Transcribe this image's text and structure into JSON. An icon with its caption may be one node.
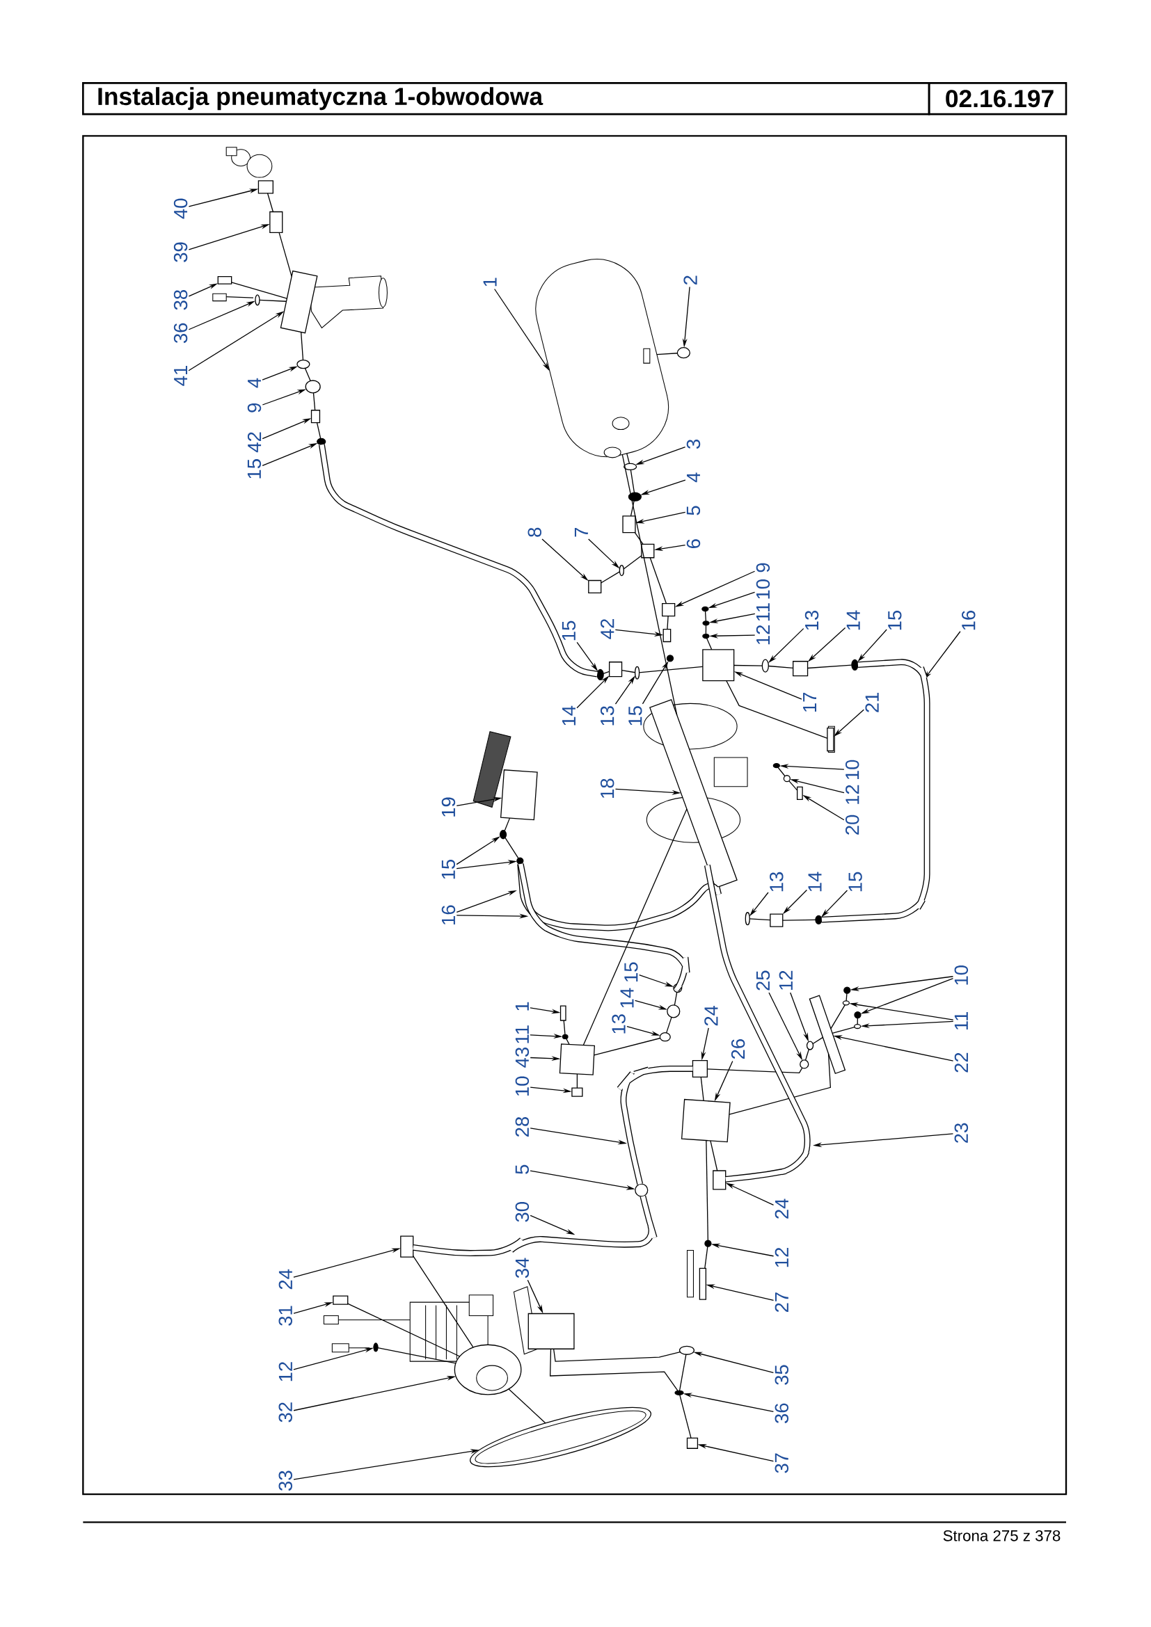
{
  "diagram": {
    "title": "Instalacja pneumatyczna 1-obwodowa",
    "nodes": [
      {
        "text": [
          "40"
        ]
      },
      {
        "text": [
          "39"
        ]
      },
      {
        "text": [
          "38"
        ]
      },
      {
        "text": [
          "36"
        ]
      },
      {
        "text": [
          "41"
        ]
      },
      {
        "text": [
          "4"
        ]
      },
      {
        "text": [
          "9"
        ]
      },
      {
        "text": [
          "42"
        ]
      },
      {
        "text": [
          "15"
        ]
      },
      {
        "text": [
          "1"
        ]
      },
      {
        "text": [
          "2"
        ]
      },
      {
        "text": [
          "3"
        ]
      },
      {
        "text": [
          "4"
        ]
      },
      {
        "text": [
          "5"
        ]
      },
      {
        "text": [
          "6"
        ]
      },
      {
        "text": [
          "8"
        ]
      },
      {
        "text": [
          "7"
        ]
      },
      {
        "text": [
          "9"
        ]
      },
      {
        "text": [
          "10"
        ]
      },
      {
        "text": [
          "11"
        ]
      },
      {
        "text": [
          "12"
        ]
      },
      {
        "text": [
          "13"
        ]
      },
      {
        "text": [
          "14"
        ]
      },
      {
        "text": [
          "15"
        ]
      },
      {
        "text": [
          "16"
        ]
      },
      {
        "text": [
          "15"
        ]
      },
      {
        "text": [
          "42"
        ]
      },
      {
        "text": [
          "14"
        ]
      },
      {
        "text": [
          "13"
        ]
      },
      {
        "text": [
          "15"
        ]
      },
      {
        "text": [
          "17"
        ]
      },
      {
        "text": [
          "21"
        ]
      },
      {
        "text": [
          "19"
        ]
      },
      {
        "text": [
          "18"
        ]
      },
      {
        "text": [
          "10"
        ]
      },
      {
        "text": [
          "12"
        ]
      },
      {
        "text": [
          "20"
        ]
      },
      {
        "text": [
          "15"
        ]
      },
      {
        "text": [
          "16"
        ]
      },
      {
        "text": [
          "13"
        ]
      },
      {
        "text": [
          "14"
        ]
      },
      {
        "text": [
          "15"
        ]
      },
      {
        "text": [
          "15"
        ]
      },
      {
        "text": [
          "25"
        ]
      },
      {
        "text": [
          "12"
        ]
      },
      {
        "text": [
          "10"
        ]
      },
      {
        "text": [
          "1"
        ]
      },
      {
        "text": [
          "14"
        ]
      },
      {
        "text": [
          "24"
        ]
      },
      {
        "text": [
          "11"
        ]
      },
      {
        "text": [
          "13"
        ]
      },
      {
        "text": [
          "11"
        ]
      },
      {
        "text": [
          "43"
        ]
      },
      {
        "text": [
          "26"
        ]
      },
      {
        "text": [
          "22"
        ]
      },
      {
        "text": [
          "10"
        ]
      },
      {
        "text": [
          "28"
        ]
      },
      {
        "text": [
          "23"
        ]
      },
      {
        "text": [
          "5"
        ]
      },
      {
        "text": [
          "24"
        ]
      },
      {
        "text": [
          "30"
        ]
      },
      {
        "text": [
          "12"
        ]
      },
      {
        "text": [
          "34"
        ]
      },
      {
        "text": [
          "24"
        ]
      },
      {
        "text": [
          "27"
        ]
      },
      {
        "text": [
          "31"
        ]
      },
      {
        "text": [
          "12"
        ]
      },
      {
        "text": [
          "35"
        ]
      },
      {
        "text": [
          "32"
        ]
      },
      {
        "text": [
          "36"
        ]
      },
      {
        "text": [
          "33"
        ]
      },
      {
        "text": [
          "37"
        ]
      },
      {
        "text": [],
        "shape": "picture"
      },
      {
        "text": [],
        "shape": "box"
      },
      {
        "text": [],
        "shape": "box"
      },
      {
        "text": [],
        "shape": "picture"
      },
      {
        "text": [],
        "shape": "box"
      },
      {
        "text": [],
        "shape": "circle"
      },
      {
        "text": [],
        "shape": "circle"
      },
      {
        "text": [],
        "shape": "box"
      },
      {
        "text": [],
        "shape": "circle"
      },
      {
        "text": [],
        "shape": "cylinder"
      },
      {
        "text": [],
        "shape": "circle"
      },
      {
        "text": [],
        "shape": "circle"
      },
      {
        "text": [],
        "shape": "circle"
      },
      {
        "text": [],
        "shape": "box"
      },
      {
        "text": [],
        "shape": "box"
      },
      {
        "text": [],
        "shape": "box"
      },
      {
        "text": [],
        "shape": "circle"
      },
      {
        "text": [],
        "shape": "box"
      },
      {
        "text": [],
        "shape": "circle"
      },
      {
        "text": [],
        "shape": "circle"
      },
      {
        "text": [],
        "shape": "circle"
      },
      {
        "text": [],
        "shape": "circle"
      },
      {
        "text": [],
        "shape": "box"
      },
      {
        "text": [],
        "shape": "circle"
      },
      {
        "text": [],
        "shape": "circle"
      },
      {
        "text": [],
        "shape": "box"
      },
      {
        "text": [],
        "shape": "box"
      },
      {
        "text": [],
        "shape": "circle"
      },
      {
        "text": [],
        "shape": "circle"
      },
      {
        "text": [],
        "shape": "box"
      },
      {
        "text": [],
        "shape": "box"
      },
      {
        "text": [],
        "shape": "box"
      },
      {
        "text": [],
        "shape": "box"
      },
      {
        "text": [],
        "shape": "circle"
      },
      {
        "text": [],
        "shape": "circle"
      },
      {
        "text": [],
        "shape": "box"
      },
      {
        "text": [],
        "shape": "circle"
      },
      {
        "text": [],
        "shape": "circle"
      },
      {
        "text": [],
        "shape": "circle"
      },
      {
        "text": [],
        "shape": "box"
      },
      {
        "text": [],
        "shape": "circle"
      },
      {
        "text": [],
        "shape": "circle"
      },
      {
        "text": [],
        "shape": "circle"
      },
      {
        "text": [],
        "shape": "circle"
      },
      {
        "text": [],
        "shape": "circle"
      },
      {
        "text": [],
        "shape": "circle"
      },
      {
        "text": [],
        "shape": "box"
      },
      {
        "text": [],
        "shape": "circle"
      },
      {
        "text": [],
        "shape": "box"
      },
      {
        "text": [],
        "shape": "circle"
      },
      {
        "text": [],
        "shape": "circle"
      },
      {
        "text": [],
        "shape": "circle"
      },
      {
        "text": [],
        "shape": "circle"
      },
      {
        "text": [],
        "shape": "box"
      },
      {
        "text": [],
        "shape": "box"
      },
      {
        "text": [],
        "shape": "box"
      },
      {
        "text": [],
        "shape": "box"
      },
      {
        "text": [],
        "shape": "circle"
      },
      {
        "text": [],
        "shape": "box"
      },
      {
        "text": [],
        "shape": "circle"
      },
      {
        "text": [],
        "shape": "box"
      },
      {
        "text": [],
        "shape": "box"
      },
      {
        "text": [],
        "shape": "box"
      },
      {
        "text": [],
        "shape": "box"
      },
      {
        "text": [],
        "shape": "picture"
      },
      {
        "text": [],
        "shape": "circle"
      },
      {
        "text": [],
        "shape": "picture"
      },
      {
        "text": [],
        "shape": "circle"
      },
      {
        "text": [],
        "shape": "circle"
      },
      {
        "text": [],
        "shape": "box"
      }
    ],
    "edges": [
      {
        "from": 0,
        "to": 72,
        "arrow": "to"
      },
      {
        "from": 1,
        "to": 73,
        "arrow": "to"
      },
      {
        "from": 2,
        "to": 74,
        "arrow": "to"
      },
      {
        "from": 3,
        "to": 75,
        "arrow": "to"
      },
      {
        "from": 4,
        "to": 76,
        "arrow": "to"
      },
      {
        "from": 5,
        "to": 77,
        "arrow": "to"
      },
      {
        "from": 6,
        "to": 78,
        "arrow": "to"
      },
      {
        "from": 7,
        "to": 79,
        "arrow": "to"
      },
      {
        "from": 8,
        "to": 80,
        "arrow": "to"
      },
      {
        "from": 9,
        "to": 81,
        "arrow": "to"
      },
      {
        "from": 10,
        "to": 82,
        "arrow": "to"
      },
      {
        "from": 11,
        "to": 83,
        "arrow": "to"
      },
      {
        "from": 12,
        "to": 84,
        "arrow": "to"
      },
      {
        "from": 13,
        "to": 85,
        "arrow": "to"
      },
      {
        "from": 14,
        "to": 86,
        "arrow": "to"
      },
      {
        "from": 15,
        "to": 87,
        "arrow": "to"
      },
      {
        "from": 16,
        "to": 88,
        "arrow": "to"
      },
      {
        "from": 17,
        "to": 89,
        "arrow": "to"
      },
      {
        "from": 18,
        "to": 90,
        "arrow": "to"
      },
      {
        "from": 19,
        "to": 91,
        "arrow": "to"
      },
      {
        "from": 20,
        "to": 92,
        "arrow": "to"
      },
      {
        "from": 21,
        "to": 93,
        "arrow": "to"
      },
      {
        "from": 22,
        "to": 94,
        "arrow": "to"
      },
      {
        "from": 23,
        "to": 95,
        "arrow": "to"
      },
      {
        "from": 24,
        "to": null,
        "arrow": "to"
      },
      {
        "from": 25,
        "to": 96,
        "arrow": "to"
      },
      {
        "from": 26,
        "to": 97,
        "arrow": "to"
      },
      {
        "from": 27,
        "to": 98,
        "arrow": "to"
      },
      {
        "from": 28,
        "to": 99,
        "arrow": "to"
      },
      {
        "from": 29,
        "to": 100,
        "arrow": "to"
      },
      {
        "from": 30,
        "to": 101,
        "arrow": "to"
      },
      {
        "from": 31,
        "to": 102,
        "arrow": "to"
      },
      {
        "from": 32,
        "to": 103,
        "arrow": "to"
      },
      {
        "from": 33,
        "to": 104,
        "arrow": "to"
      },
      {
        "from": 34,
        "to": 105,
        "arrow": "to"
      },
      {
        "from": 35,
        "to": 106,
        "arrow": "to"
      },
      {
        "from": 36,
        "to": 107,
        "arrow": "to"
      },
      {
        "from": 37,
        "to": 108,
        "arrow": "to"
      },
      {
        "from": 37,
        "to": 109,
        "arrow": "to"
      },
      {
        "from": 38,
        "to": null,
        "arrow": "to"
      },
      {
        "from": 38,
        "to": null,
        "arrow": "to"
      },
      {
        "from": 39,
        "to": 110,
        "arrow": "to"
      },
      {
        "from": 40,
        "to": 111,
        "arrow": "to"
      },
      {
        "from": 41,
        "to": 112,
        "arrow": "to"
      },
      {
        "from": 42,
        "to": 113,
        "arrow": "to"
      },
      {
        "from": 43,
        "to": 114,
        "arrow": "to"
      },
      {
        "from": 44,
        "to": 115,
        "arrow": "to"
      },
      {
        "from": 45,
        "to": 116,
        "arrow": "to"
      },
      {
        "from": 45,
        "to": 117,
        "arrow": "to"
      },
      {
        "from": 46,
        "to": 118,
        "arrow": "to"
      },
      {
        "from": 47,
        "to": 119,
        "arrow": "to"
      },
      {
        "from": 48,
        "to": 120,
        "arrow": "to"
      },
      {
        "from": 49,
        "to": 121,
        "arrow": "to"
      },
      {
        "from": 50,
        "to": 122,
        "arrow": "to"
      },
      {
        "from": 51,
        "to": 123,
        "arrow": "to"
      },
      {
        "from": 51,
        "to": 124,
        "arrow": "to"
      },
      {
        "from": 52,
        "to": 125,
        "arrow": "to"
      },
      {
        "from": 53,
        "to": 126,
        "arrow": "to"
      },
      {
        "from": 54,
        "to": 127,
        "arrow": "to"
      },
      {
        "from": 55,
        "to": 128,
        "arrow": "to"
      },
      {
        "from": 56,
        "to": null,
        "arrow": "to"
      },
      {
        "from": 57,
        "to": null,
        "arrow": "to"
      },
      {
        "from": 58,
        "to": 129,
        "arrow": "to"
      },
      {
        "from": 59,
        "to": 130,
        "arrow": "to"
      },
      {
        "from": 60,
        "to": null,
        "arrow": "to"
      },
      {
        "from": 61,
        "to": 131,
        "arrow": "to"
      },
      {
        "from": 62,
        "to": 132,
        "arrow": "to"
      },
      {
        "from": 63,
        "to": 133,
        "arrow": "to"
      },
      {
        "from": 64,
        "to": 134,
        "arrow": "to"
      },
      {
        "from": 65,
        "to": 135,
        "arrow": "to"
      },
      {
        "from": 66,
        "to": 136,
        "arrow": "to"
      },
      {
        "from": 67,
        "to": 137,
        "arrow": "to"
      },
      {
        "from": 68,
        "to": 138,
        "arrow": "to"
      },
      {
        "from": 69,
        "to": 139,
        "arrow": "to"
      },
      {
        "from": 70,
        "to": 140,
        "arrow": "to"
      },
      {
        "from": 71,
        "to": 141,
        "arrow": "to"
      },
      {
        "from": 72,
        "to": 73,
        "arrow": "none"
      },
      {
        "from": 73,
        "to": 76,
        "arrow": "none"
      },
      {
        "from": 76,
        "to": 77,
        "arrow": "none"
      },
      {
        "from": 77,
        "to": 78,
        "arrow": "none"
      },
      {
        "from": 78,
        "to": 79,
        "arrow": "none"
      },
      {
        "from": 79,
        "to": 80,
        "arrow": "none"
      },
      {
        "from": 74,
        "to": 76,
        "arrow": "none"
      },
      {
        "from": 75,
        "to": 76,
        "arrow": "none"
      },
      {
        "from": 80,
        "to": 96,
        "arrow": "none",
        "style": "thick"
      },
      {
        "from": 81,
        "to": 83,
        "arrow": "none"
      },
      {
        "from": 83,
        "to": 84,
        "arrow": "none"
      },
      {
        "from": 84,
        "to": 85,
        "arrow": "none"
      },
      {
        "from": 85,
        "to": 86,
        "arrow": "none"
      },
      {
        "from": 86,
        "to": 89,
        "arrow": "none"
      },
      {
        "from": 89,
        "to": 97,
        "arrow": "none"
      },
      {
        "from": 81,
        "to": 104,
        "arrow": "none"
      },
      {
        "from": 87,
        "to": 88,
        "arrow": "none"
      },
      {
        "from": 88,
        "to": 86,
        "arrow": "none"
      },
      {
        "from": 81,
        "to": 82,
        "arrow": "none"
      },
      {
        "from": 90,
        "to": 91,
        "arrow": "none"
      },
      {
        "from": 91,
        "to": 92,
        "arrow": "none"
      },
      {
        "from": 92,
        "to": 101,
        "arrow": "none"
      },
      {
        "from": 96,
        "to": 98,
        "arrow": "none"
      },
      {
        "from": 98,
        "to": 99,
        "arrow": "none"
      },
      {
        "from": 99,
        "to": 101,
        "arrow": "none"
      },
      {
        "from": 101,
        "to": 93,
        "arrow": "none"
      },
      {
        "from": 93,
        "to": 94,
        "arrow": "none"
      },
      {
        "from": 94,
        "to": 95,
        "arrow": "none"
      },
      {
        "from": 95,
        "to": 112,
        "arrow": "none",
        "style": "thick"
      },
      {
        "from": 112,
        "to": 111,
        "arrow": "none"
      },
      {
        "from": 111,
        "to": 110,
        "arrow": "none"
      },
      {
        "from": 101,
        "to": 102,
        "arrow": "none"
      },
      {
        "from": 105,
        "to": 106,
        "arrow": "none"
      },
      {
        "from": 106,
        "to": 107,
        "arrow": "none"
      },
      {
        "from": 103,
        "to": 108,
        "arrow": "none"
      },
      {
        "from": 108,
        "to": 109,
        "arrow": "none"
      },
      {
        "from": 109,
        "to": 104,
        "arrow": "none",
        "style": "thick"
      },
      {
        "from": 109,
        "to": 113,
        "arrow": "none",
        "style": "thick"
      },
      {
        "from": 113,
        "to": 119,
        "arrow": "none"
      },
      {
        "from": 119,
        "to": 122,
        "arrow": "none"
      },
      {
        "from": 122,
        "to": 125,
        "arrow": "none"
      },
      {
        "from": 104,
        "to": 125,
        "arrow": "none"
      },
      {
        "from": 118,
        "to": 121,
        "arrow": "none"
      },
      {
        "from": 121,
        "to": 125,
        "arrow": "none"
      },
      {
        "from": 125,
        "to": 128,
        "arrow": "none"
      },
      {
        "from": 116,
        "to": 123,
        "arrow": "none"
      },
      {
        "from": 123,
        "to": 127,
        "arrow": "none"
      },
      {
        "from": 117,
        "to": 124,
        "arrow": "none"
      },
      {
        "from": 124,
        "to": 127,
        "arrow": "none"
      },
      {
        "from": 114,
        "to": 115,
        "arrow": "none"
      },
      {
        "from": 115,
        "to": 127,
        "arrow": "none"
      },
      {
        "from": 120,
        "to": 114,
        "arrow": "none"
      },
      {
        "from": 126,
        "to": 127,
        "arrow": "none"
      },
      {
        "from": 120,
        "to": 126,
        "arrow": "none"
      },
      {
        "from": 126,
        "to": 130,
        "arrow": "none"
      },
      {
        "from": 126,
        "to": 131,
        "arrow": "none"
      },
      {
        "from": 131,
        "to": 134,
        "arrow": "none"
      },
      {
        "from": 104,
        "to": 130,
        "arrow": "none",
        "style": "thick"
      },
      {
        "from": 120,
        "to": 129,
        "arrow": "none",
        "style": "thick"
      },
      {
        "from": 129,
        "to": 133,
        "arrow": "none",
        "style": "thick"
      },
      {
        "from": 133,
        "to": 138,
        "arrow": "none"
      },
      {
        "from": 135,
        "to": 138,
        "arrow": "none"
      },
      {
        "from": 136,
        "to": 138,
        "arrow": "none"
      },
      {
        "from": 138,
        "to": 140,
        "arrow": "none"
      },
      {
        "from": 132,
        "to": 137,
        "arrow": "none"
      },
      {
        "from": 132,
        "to": 139,
        "arrow": "none"
      },
      {
        "from": 137,
        "to": 139,
        "arrow": "none"
      },
      {
        "from": 139,
        "to": 141,
        "arrow": "none"
      }
    ],
    "labels": [
      "02.16.197",
      "Strona 275 z 378"
    ]
  }
}
